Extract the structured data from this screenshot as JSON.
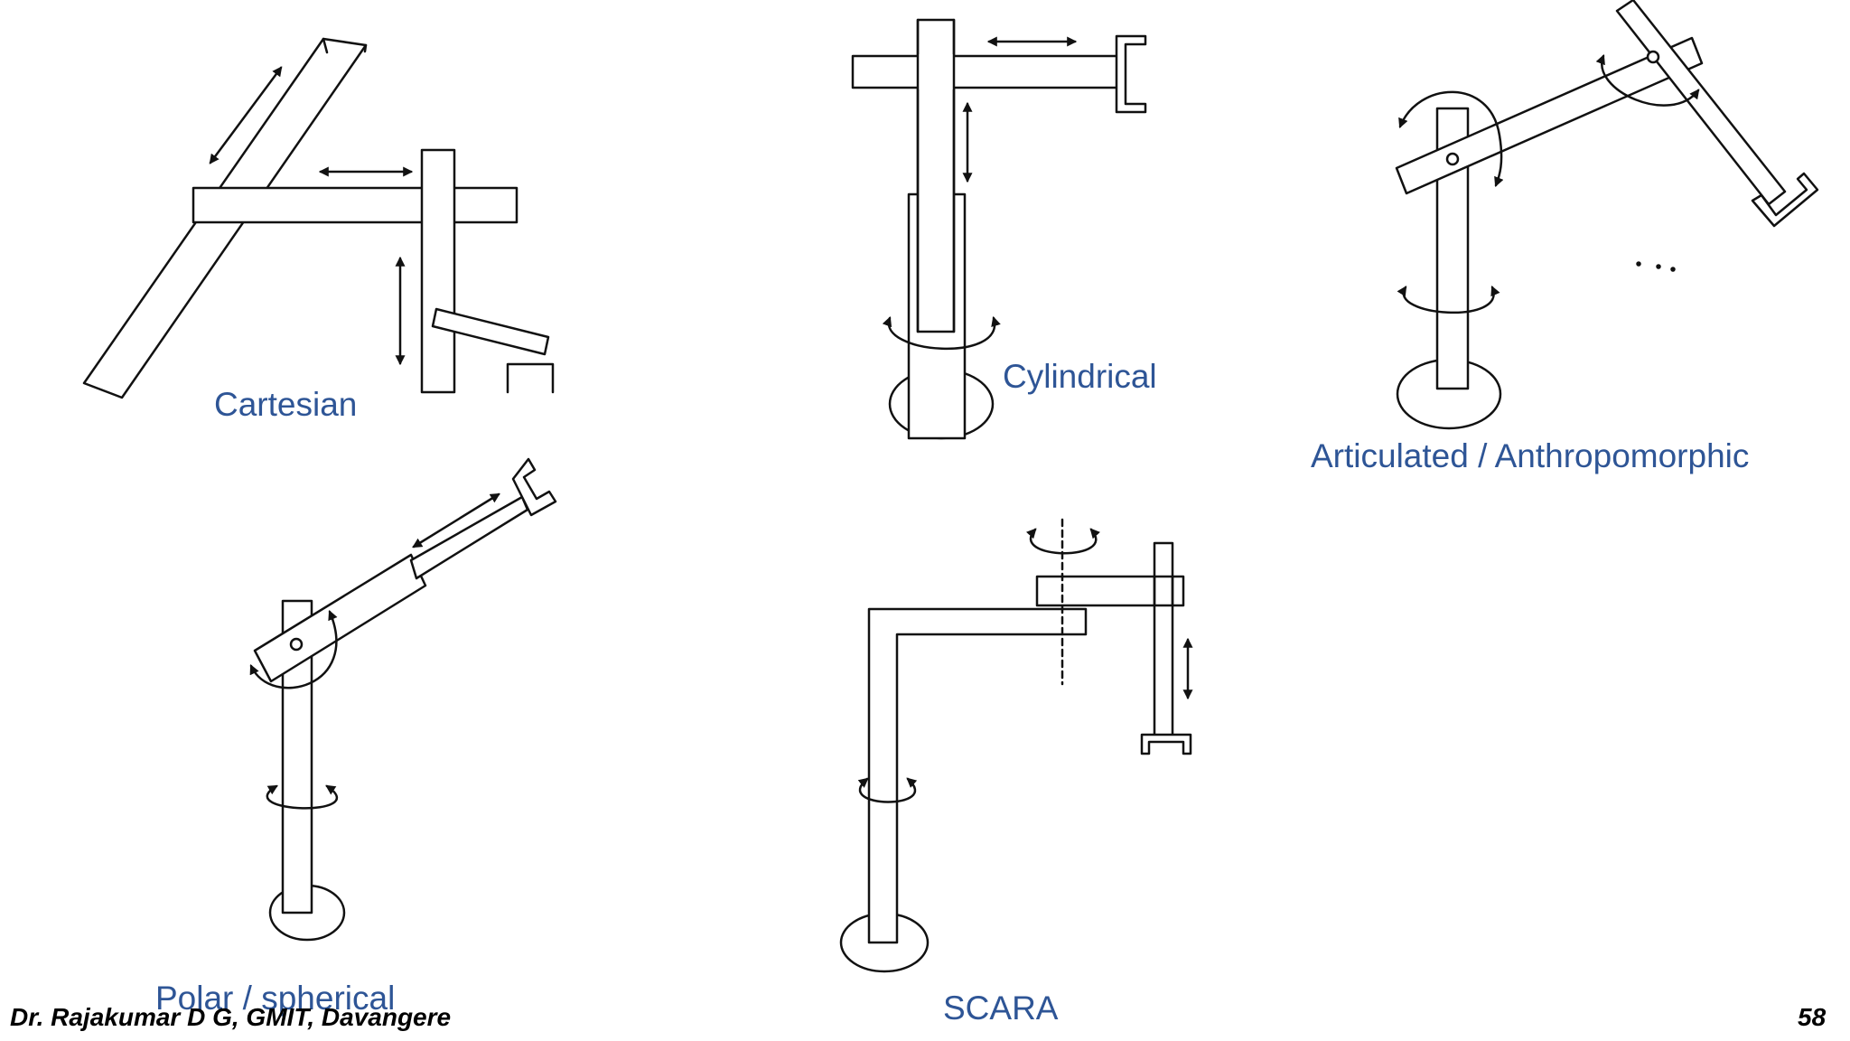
{
  "labels": {
    "cartesian": "Cartesian",
    "cylindrical": "Cylindrical",
    "articulated": "Articulated / Anthropomorphic",
    "polar": "Polar / spherical",
    "scara": "SCARA"
  },
  "footer": {
    "author": "Dr. Rajakumar D G, GMIT, Davangere",
    "page_number": "58"
  },
  "colors": {
    "label_text": "#2e5596",
    "line": "#111111",
    "background": "#ffffff"
  }
}
